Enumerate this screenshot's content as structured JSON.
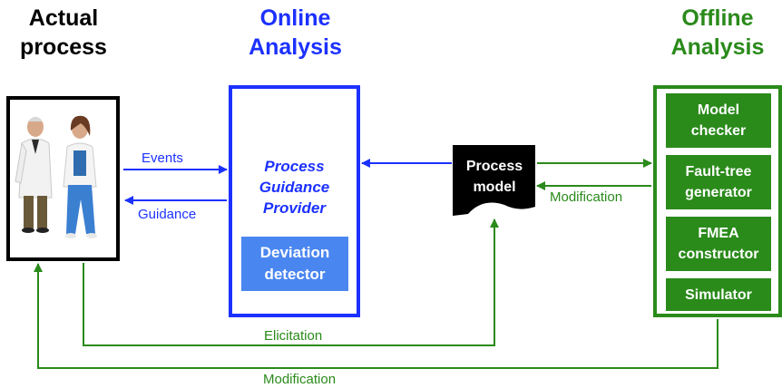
{
  "titles": {
    "actual": [
      "Actual",
      "process"
    ],
    "online": [
      "Online",
      "Analysis"
    ],
    "offline": [
      "Offline",
      "Analysis"
    ]
  },
  "online_component": {
    "provider": [
      "Process",
      "Guidance",
      "Provider"
    ],
    "detector": [
      "Deviation",
      "detector"
    ]
  },
  "process_model": [
    "Process",
    "model"
  ],
  "offline_tools": [
    [
      "Model",
      "checker"
    ],
    [
      "Fault-tree",
      "generator"
    ],
    [
      "FMEA",
      "constructor"
    ],
    [
      "Simulator"
    ]
  ],
  "edges": {
    "events": "Events",
    "guidance": "Guidance",
    "modification_top": "Modification",
    "elicitation": "Elicitation",
    "modification_bottom": "Modification"
  },
  "colors": {
    "online": "#1c31ff",
    "offline": "#2a8a1a",
    "detector_fill": "#4a86f0",
    "model_doc": "#000000"
  },
  "icons": {
    "people": "doctor-and-nurse-illustration"
  }
}
